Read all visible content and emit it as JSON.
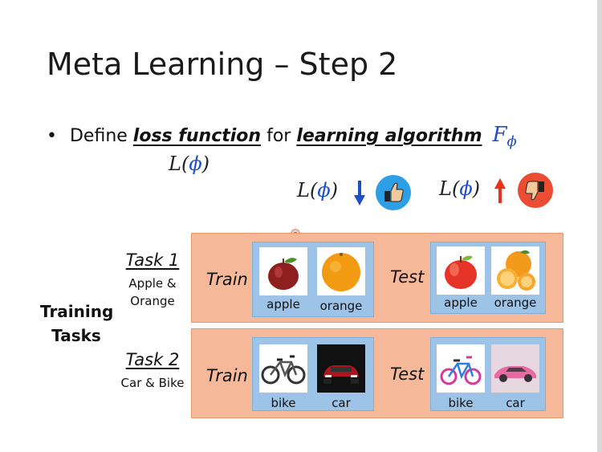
{
  "slide": {
    "title": "Meta Learning – Step 2",
    "bullet": {
      "marker": "•",
      "prefix": "Define",
      "term1": "loss function",
      "middle": "for",
      "term2": "learning algorithm",
      "symbol": "Fϕ"
    },
    "loss_under": {
      "L": "L(",
      "phi": "ϕ",
      "close": ")"
    },
    "loss_good": {
      "L": "L(",
      "phi": "ϕ",
      "close": ")",
      "arrow": "down-arrow",
      "icon": "thumbs-up-icon",
      "color": "#1f4fc7"
    },
    "loss_bad": {
      "L": "L(",
      "phi": "ϕ",
      "close": ")",
      "arrow": "up-arrow",
      "icon": "thumbs-down-icon",
      "color": "#e8321e"
    }
  },
  "training": {
    "label_line1": "Training",
    "label_line2": "Tasks",
    "tasks": [
      {
        "name": "Task 1",
        "desc_line1": "Apple &",
        "desc_line2": "Orange",
        "train_label": "Train",
        "test_label": "Test",
        "train_items": [
          "apple",
          "orange"
        ],
        "test_items": [
          "apple",
          "orange"
        ]
      },
      {
        "name": "Task 2",
        "desc_line1": "Car & Bike",
        "train_label": "Train",
        "test_label": "Test",
        "train_items": [
          "bike",
          "car"
        ],
        "test_items": [
          "bike",
          "car"
        ]
      }
    ]
  },
  "colors": {
    "panel": "#f5b999",
    "set": "#9dc3e6",
    "phi": "#1f4fc7",
    "thumb_up": "#2d9fe6",
    "thumb_down": "#ea4d32"
  }
}
